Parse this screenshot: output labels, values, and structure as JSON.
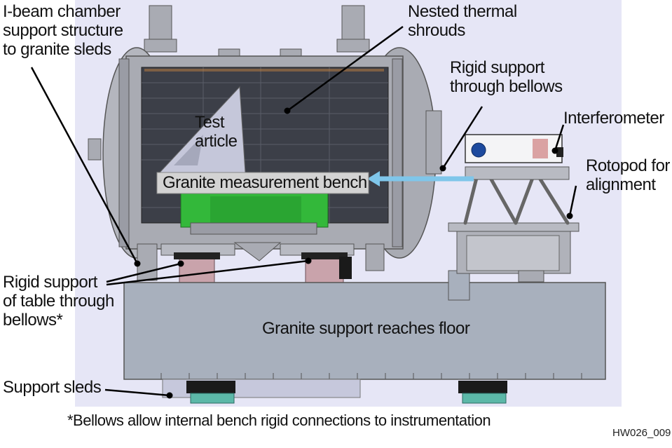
{
  "labels": {
    "ibeam": [
      "I-beam chamber",
      "support structure",
      "to granite sleds"
    ],
    "shrouds": [
      "Nested thermal",
      "shrouds"
    ],
    "rigid_bellows": [
      "Rigid support",
      "through bellows"
    ],
    "interferometer": "Interferometer",
    "rotopod": [
      "Rotopod for",
      "alignment"
    ],
    "test_article": [
      "Test",
      "article"
    ],
    "bench": "Granite measurement bench",
    "table_support": [
      "Rigid support",
      "of table through",
      "bellows*"
    ],
    "granite_floor": "Granite support reaches floor",
    "sleds": "Support sleds",
    "footnote": "*Bellows allow internal bench rigid connections to instrumentation",
    "figure_id": "HW026_009"
  },
  "colors": {
    "background_panel": "#e6e6f6",
    "chamber_shell": "#a9abb3",
    "chamber_dark": "#3c3f48",
    "shroud_grid": "#5a5e68",
    "granite": "#a8b0bd",
    "green_support": "#33b83a",
    "pink_bellows": "#c9a3ab",
    "arrow_blue": "#7fc6ea",
    "label_box": "#d3d3d3"
  }
}
